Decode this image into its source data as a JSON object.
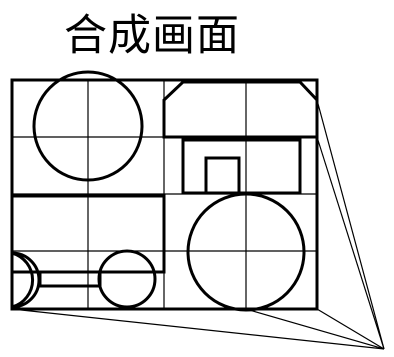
{
  "title": "合成画面",
  "colors": {
    "stroke": "#000000",
    "background": "#ffffff"
  },
  "grid": {
    "columns": 4,
    "rows": 4
  }
}
